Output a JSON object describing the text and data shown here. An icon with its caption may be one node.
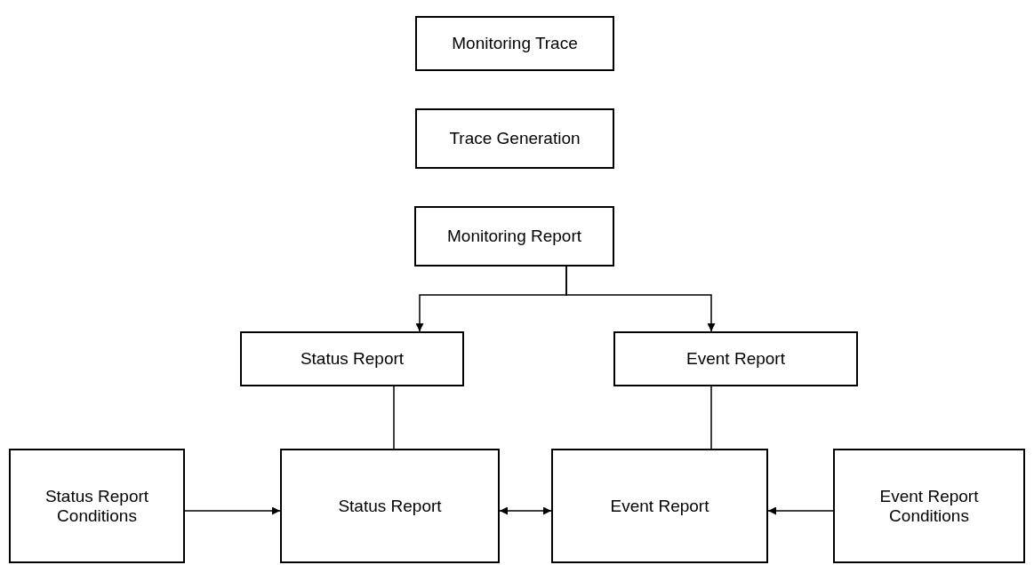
{
  "diagram": {
    "nodes": [
      {
        "text": [
          "Monitoring Trace"
        ]
      },
      {
        "text": [
          "Trace Generation"
        ]
      },
      {
        "text": [
          "Monitoring Report"
        ]
      },
      {
        "text": [
          "Status Report"
        ]
      },
      {
        "text": [
          "Event Report"
        ]
      },
      {
        "text": [
          "Status Report Conditions"
        ]
      },
      {
        "text": [
          "Status Report"
        ]
      },
      {
        "text": [
          "Event Report"
        ]
      },
      {
        "text": [
          "Event Report Conditions"
        ]
      }
    ],
    "edges": [
      {
        "from": 2,
        "to": 3,
        "arrow": "to"
      },
      {
        "from": 2,
        "to": 4,
        "arrow": "to"
      },
      {
        "from": 3,
        "to": 6,
        "arrow": "none"
      },
      {
        "from": 4,
        "to": 7,
        "arrow": "none"
      },
      {
        "from": 5,
        "to": 6,
        "arrow": "to"
      },
      {
        "from": 6,
        "to": 7,
        "arrow": "both"
      },
      {
        "from": 8,
        "to": 7,
        "arrow": "to"
      }
    ]
  }
}
